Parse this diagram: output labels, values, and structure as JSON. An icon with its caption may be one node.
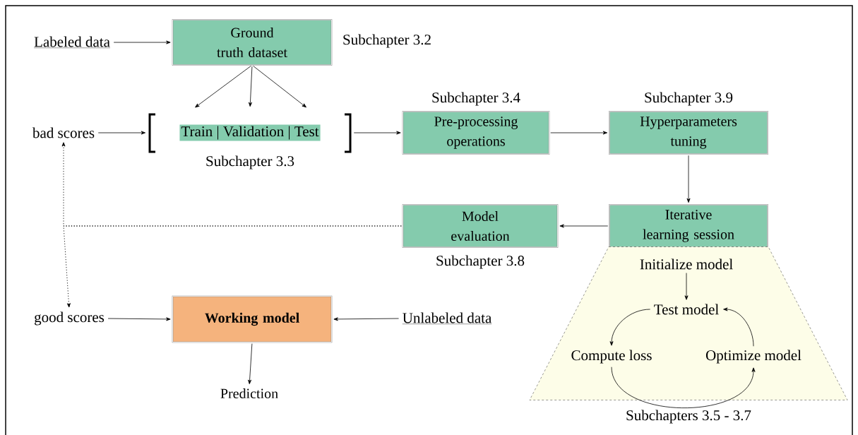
{
  "diagram": {
    "nodes": [
      {
        "text": [
          "Labeled data"
        ]
      },
      {
        "text": [
          "Ground truth dataset"
        ],
        "beside": [
          "Subchapter 3.2"
        ]
      },
      {
        "text": [
          "Train | Validation | Test"
        ],
        "beside": [
          "Subchapter 3.3"
        ]
      },
      {
        "text": [
          "bad scores"
        ]
      },
      {
        "text": [
          "Pre-processing operations"
        ],
        "beside": [
          "Subchapter 3.4"
        ]
      },
      {
        "text": [
          "Hyperparameters tuning"
        ],
        "beside": [
          "Subchapter 3.9"
        ]
      },
      {
        "text": [
          "Iterative learning session"
        ]
      },
      {
        "text": [
          "Model evaluation"
        ],
        "beside": [
          "Subchapter 3.8"
        ]
      },
      {
        "text": [],
        "shape": "trapezoid",
        "beside": [
          "Subchapters 3.5 - 3.7"
        ]
      },
      {
        "text": [
          "Initialize model"
        ],
        "in": 8
      },
      {
        "text": [
          "Test model"
        ],
        "in": 8
      },
      {
        "text": [
          "Compute loss"
        ],
        "in": 8
      },
      {
        "text": [
          "Optimize model"
        ],
        "in": 8
      },
      {
        "text": [
          "good scores"
        ]
      },
      {
        "text": [
          "Working model"
        ]
      },
      {
        "text": [
          "Unlabeled data"
        ]
      },
      {
        "text": [
          "Prediction"
        ]
      }
    ],
    "edges": [
      {
        "from": 0,
        "to": 1,
        "arrow": "to"
      },
      {
        "from": 1,
        "to": 2,
        "arrow": "to"
      },
      {
        "from": 1,
        "to": 2,
        "arrow": "to"
      },
      {
        "from": 1,
        "to": 2,
        "arrow": "to"
      },
      {
        "from": 3,
        "to": 2,
        "arrow": "to"
      },
      {
        "from": 2,
        "to": 4,
        "arrow": "to"
      },
      {
        "from": 4,
        "to": 5,
        "arrow": "to"
      },
      {
        "from": 5,
        "to": 6,
        "arrow": "to"
      },
      {
        "from": 6,
        "to": 7,
        "arrow": "to"
      },
      {
        "from": 7,
        "to": 3,
        "arrow": "to",
        "style": "dashed"
      },
      {
        "from": 7,
        "to": 13,
        "arrow": "to",
        "style": "dashed"
      },
      {
        "from": 13,
        "to": 14,
        "arrow": "to"
      },
      {
        "from": 15,
        "to": 14,
        "arrow": "to"
      },
      {
        "from": 14,
        "to": 16,
        "arrow": "to"
      },
      {
        "from": 9,
        "to": 10,
        "arrow": "to"
      },
      {
        "from": 10,
        "to": 11,
        "arrow": "to"
      },
      {
        "from": 11,
        "to": 12,
        "arrow": "to"
      },
      {
        "from": 12,
        "to": 10,
        "arrow": "to"
      }
    ]
  }
}
